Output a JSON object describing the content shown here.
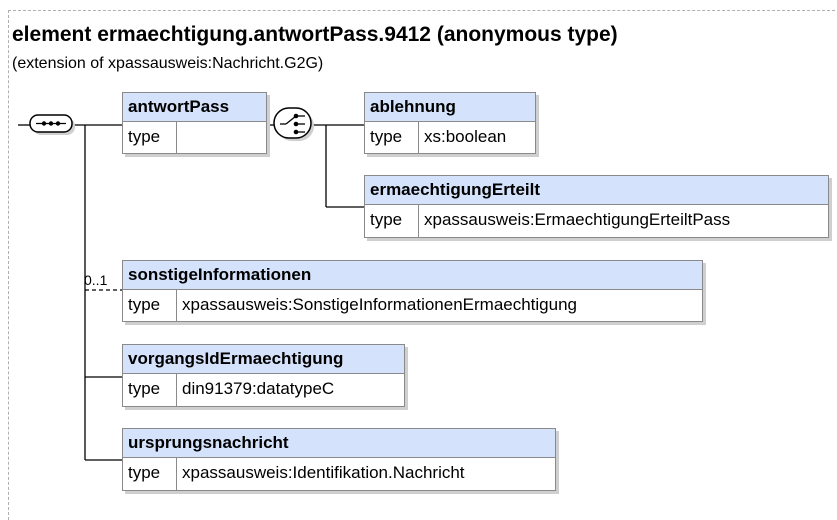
{
  "title": "element ermaechtigung.antwortPass.9412 (anonymous type)",
  "subtitle": "(extension of xpassausweis:Nachricht.G2G)",
  "elements": {
    "antwortPass": {
      "name": "antwortPass",
      "type_label": "type",
      "type_value": ""
    },
    "ablehnung": {
      "name": "ablehnung",
      "type_label": "type",
      "type_value": "xs:boolean"
    },
    "ermaechtigungErteilt": {
      "name": "ermaechtigungErteilt",
      "type_label": "type",
      "type_value": "xpassausweis:ErmaechtigungErteiltPass"
    },
    "sonstigeInformationen": {
      "name": "sonstigeInformationen",
      "type_label": "type",
      "type_value": "xpassausweis:SonstigeInformationenErmaechtigung",
      "occurrence": "0..1"
    },
    "vorgangsIdErmaechtigung": {
      "name": "vorgangsIdErmaechtigung",
      "type_label": "type",
      "type_value": "din91379:datatypeC"
    },
    "ursprungsnachricht": {
      "name": "ursprungsnachricht",
      "type_label": "type",
      "type_value": "xpassausweis:Identifikation.Nachricht"
    }
  },
  "compositors": {
    "sequence_icon": "sequence-compositor-icon",
    "choice_icon": "choice-compositor-icon"
  },
  "colors": {
    "header_fill": "#d4e2fb",
    "border": "#8a8a8a",
    "shadow": "#cfcfcf"
  }
}
